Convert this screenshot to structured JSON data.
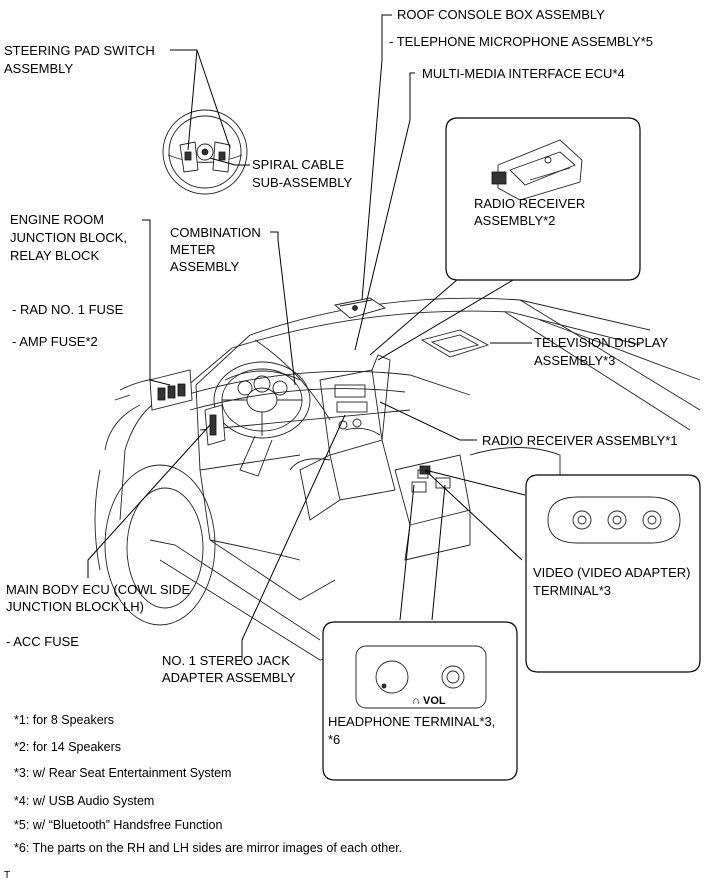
{
  "labels": {
    "roof_console": "ROOF CONSOLE BOX ASSEMBLY",
    "telephone_mic": "- TELEPHONE MICROPHONE ASSEMBLY*5",
    "multimedia_ecu": "MULTI-MEDIA INTERFACE ECU*4",
    "steering_pad_1": "STEERING PAD SWITCH",
    "steering_pad_2": "ASSEMBLY",
    "spiral_cable_1": "SPIRAL CABLE",
    "spiral_cable_2": "SUB-ASSEMBLY",
    "radio_receiver2_1": "RADIO RECEIVER",
    "radio_receiver2_2": "ASSEMBLY*2",
    "engine_room_1": "ENGINE ROOM",
    "engine_room_2": "JUNCTION BLOCK,",
    "engine_room_3": "RELAY BLOCK",
    "combination_meter_1": "COMBINATION",
    "combination_meter_2": "METER",
    "combination_meter_3": "ASSEMBLY",
    "rad_fuse": "- RAD NO. 1 FUSE",
    "amp_fuse": "- AMP FUSE*2",
    "tv_display_1": "TELEVISION DISPLAY",
    "tv_display_2": "ASSEMBLY*3",
    "radio_receiver1": "RADIO RECEIVER ASSEMBLY*1",
    "video_terminal_1": "VIDEO (VIDEO ADAPTER)",
    "video_terminal_2": "TERMINAL*3",
    "main_body_ecu_1": "MAIN BODY ECU (COWL SIDE",
    "main_body_ecu_2": "JUNCTION BLOCK LH)",
    "acc_fuse": "- ACC FUSE",
    "stereo_jack_1": "NO. 1 STEREO JACK",
    "stereo_jack_2": "ADAPTER ASSEMBLY",
    "headphone_1": "HEADPHONE TERMINAL*3,",
    "headphone_2": "*6",
    "vol": "VOL",
    "corner_mark": "T"
  },
  "notes": [
    "*1: for 8 Speakers",
    "*2: for 14 Speakers",
    "*3: w/ Rear Seat Entertainment System",
    "*4: w/ USB Audio System",
    "*5: w/ “Bluetooth” Handsfree Function",
    "*6: The parts on the RH and LH sides are mirror images of each other."
  ]
}
